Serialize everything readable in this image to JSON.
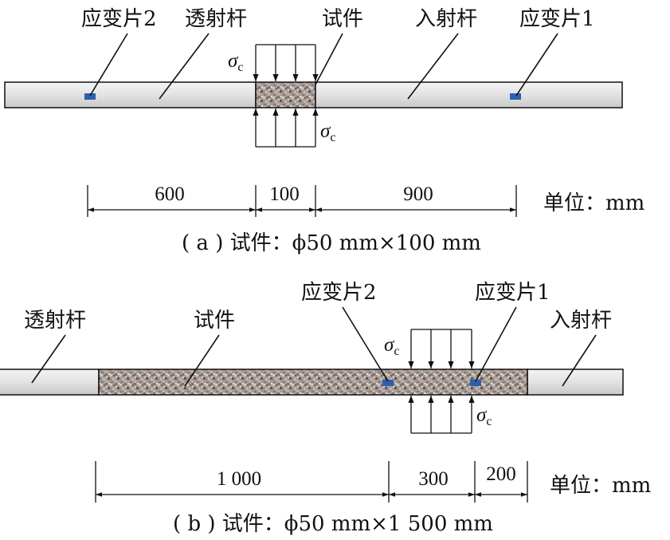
{
  "panel_a": {
    "labels": {
      "gauge2": "应变片2",
      "transmission_bar": "透射杆",
      "specimen": "试件",
      "incident_bar": "入射杆",
      "gauge1": "应变片1"
    },
    "sigma": "σ",
    "sigma_sub": "c",
    "dimensions": [
      "600",
      "100",
      "900"
    ],
    "unit": "单位：mm",
    "caption": "( a ) 试件：ϕ50 mm×100 mm"
  },
  "panel_b": {
    "labels": {
      "transmission_bar": "透射杆",
      "specimen": "试件",
      "gauge2": "应变片2",
      "gauge1": "应变片1",
      "incident_bar": "入射杆"
    },
    "sigma": "σ",
    "sigma_sub": "c",
    "dimensions": [
      "1 000",
      "300",
      "200"
    ],
    "unit": "单位：mm",
    "caption": "( b ) 试件：ϕ50 mm×1 500 mm"
  },
  "colors": {
    "bar_fill": "#e6e6e6",
    "gauge": "#2d5fb0",
    "outline": "#111111"
  }
}
